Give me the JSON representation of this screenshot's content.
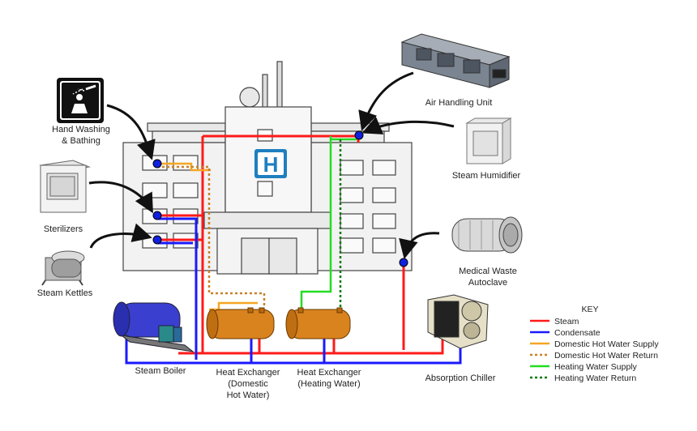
{
  "building": {
    "sign_letter": "H"
  },
  "labels": {
    "hand_washing": [
      "Hand Washing",
      "& Bathing"
    ],
    "sterilizers": "Sterilizers",
    "steam_kettles": "Steam Kettles",
    "steam_boiler": "Steam Boiler",
    "hx_domestic": [
      "Heat Exchanger",
      "(Domestic",
      "Hot Water)"
    ],
    "hx_heating": [
      "Heat Exchanger",
      "(Heating Water)"
    ],
    "absorption_chiller": "Absorption Chiller",
    "air_handling_unit": "Air Handling Unit",
    "steam_humidifier": "Steam Humidifier",
    "medical_waste_autoclave": [
      "Medical Waste",
      "Autoclave"
    ]
  },
  "legend": {
    "title": "KEY",
    "items": [
      {
        "label": "Steam",
        "color": "#ff1a1a",
        "style": "solid"
      },
      {
        "label": "Condensate",
        "color": "#1a1aff",
        "style": "solid"
      },
      {
        "label": "Domestic Hot Water Supply",
        "color": "#f5a623",
        "style": "solid"
      },
      {
        "label": "Domestic Hot Water Return",
        "color": "#c8812a",
        "style": "dotted"
      },
      {
        "label": "Heating Water Supply",
        "color": "#22dd22",
        "style": "solid"
      },
      {
        "label": "Heating Water Return",
        "color": "#0a7a0a",
        "style": "dotted"
      }
    ]
  },
  "colors": {
    "steam": "#ff1a1a",
    "condensate": "#1a1aff",
    "dhw_supply": "#f5a623",
    "dhw_return": "#c8812a",
    "hw_supply": "#22dd22",
    "hw_return": "#0a7a0a",
    "heat_exchanger": "#d9831f",
    "boiler": "#3a3fd0",
    "sign": "#1e7fc0",
    "connector_dot": "#1020e0"
  }
}
